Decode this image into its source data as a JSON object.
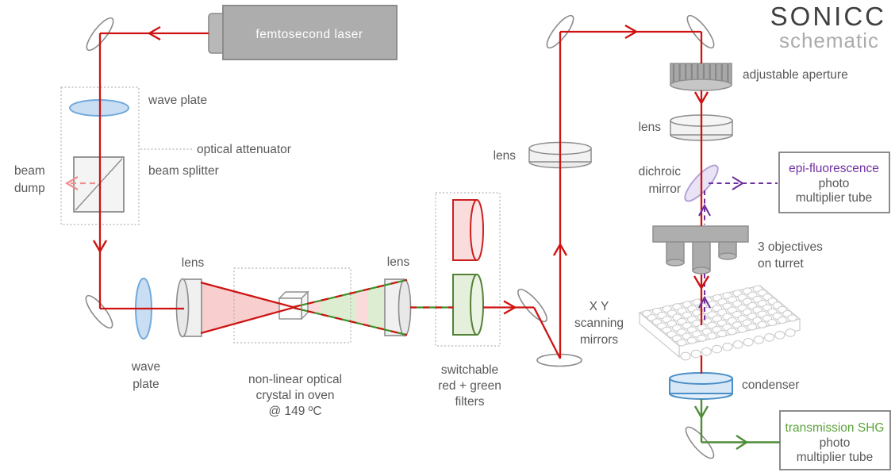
{
  "title": {
    "name": "SONICC",
    "subtitle": "schematic"
  },
  "labels": {
    "laser": "femtosecond laser",
    "wave_plate_top": "wave plate",
    "optical_attenuator": "optical attenuator",
    "beam_splitter": "beam splitter",
    "beam_dump": {
      "l1": "beam",
      "l2": "dump"
    },
    "lens_focus": "lens",
    "lens_collect": "lens",
    "lens_scan": "lens",
    "lens_tube": "lens",
    "wave_plate_bottom": {
      "l1": "wave",
      "l2": "plate"
    },
    "oven": {
      "l1": "non-linear optical",
      "l2": "crystal in oven",
      "l3": "@ 149 ºC"
    },
    "filters": {
      "l1": "switchable",
      "l2": "red + green",
      "l3": "filters"
    },
    "xy_mirrors": {
      "l1": "X Y",
      "l2": "scanning",
      "l3": "mirrors"
    },
    "aperture": "adjustable aperture",
    "dichroic": {
      "l1": "dichroic",
      "l2": "mirror"
    },
    "epi_pmt": {
      "l1": "epi-fluorescence",
      "l2": "photo",
      "l3": "multiplier tube"
    },
    "objectives": {
      "l1": "3 objectives",
      "l2": "on turret"
    },
    "condenser": "condenser",
    "trans_pmt": {
      "l1": "transmission SHG",
      "l2": "photo",
      "l3": "multiplier tube"
    }
  },
  "colors": {
    "beam_red": "#ce1312",
    "beam_green": "#4e8c38",
    "beam_purple": "#7030a0",
    "beam_pink_dump": "#ee8f8f",
    "epi_label": "#7030a0",
    "shg_label": "#5ca33c",
    "label_gray": "#595959",
    "device_gray": "#8c8c8c",
    "laser_fill": "#adadad",
    "waveplate_blue_fill": "#c9def2",
    "waveplate_blue_stroke": "#71a9dc",
    "condenser_stroke": "#4a8fc7",
    "filter_red_stroke": "#cc2020",
    "filter_green_stroke": "#538135",
    "dichroic_fill": "#eae3f6",
    "dichroic_stroke": "#b3a2d8"
  }
}
